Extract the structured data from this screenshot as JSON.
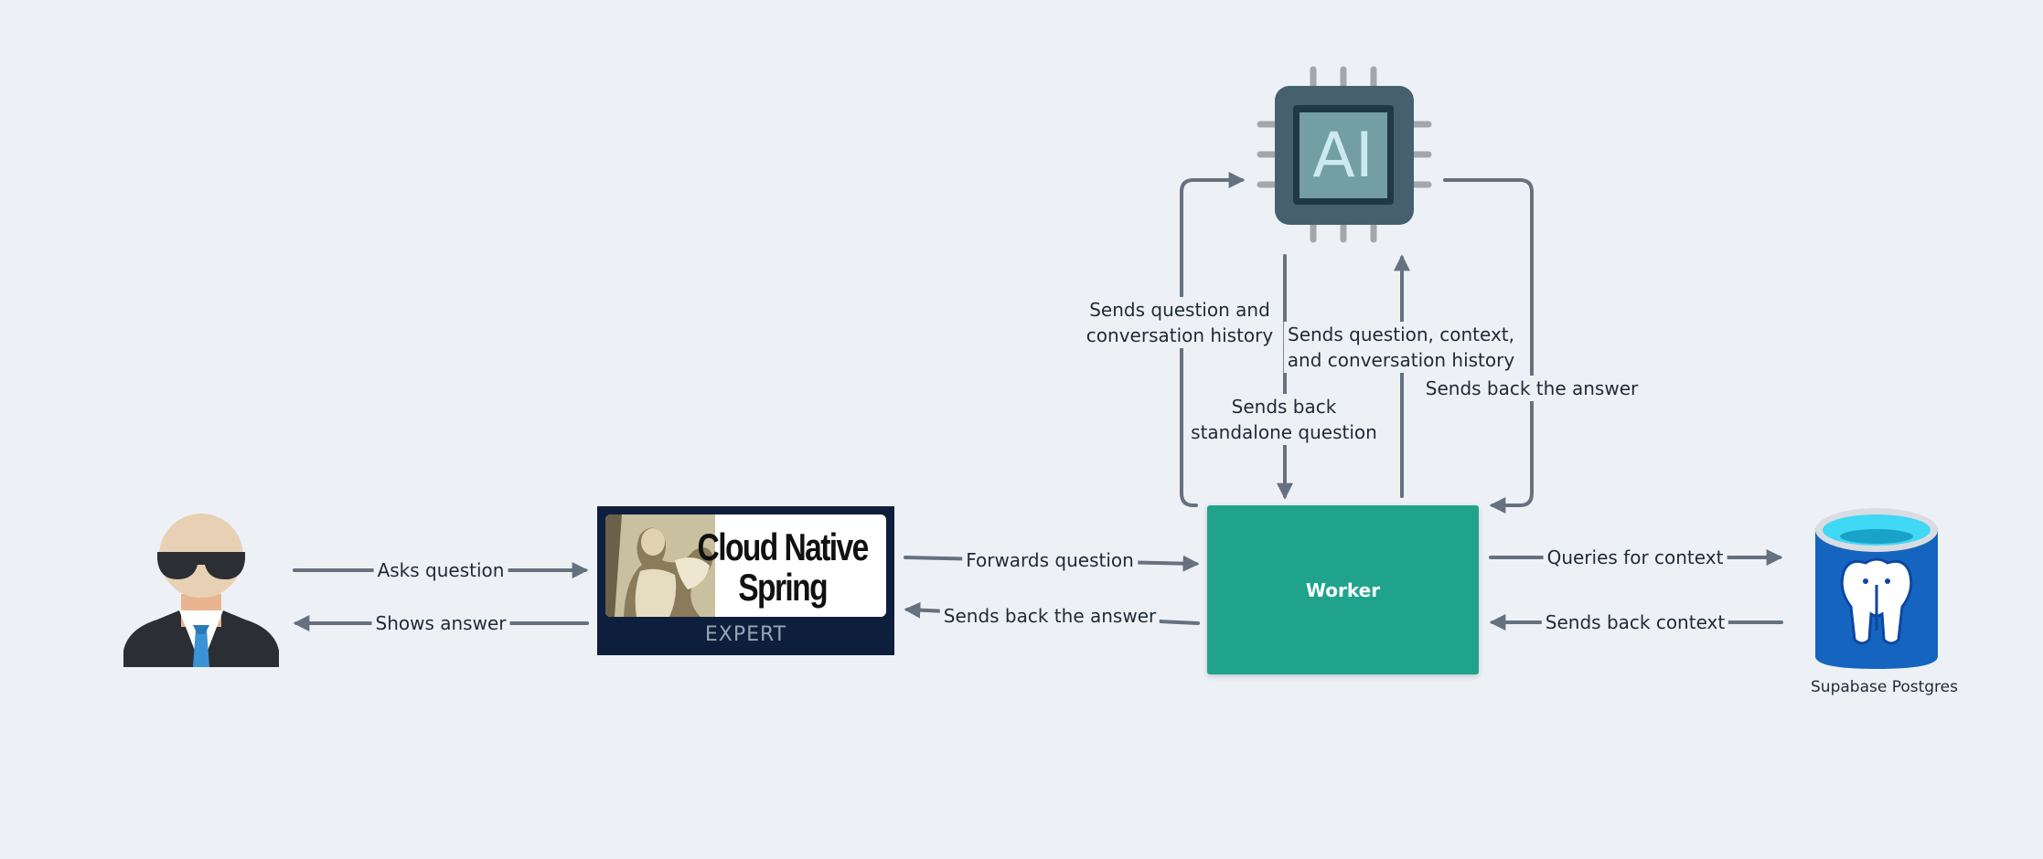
{
  "colors": {
    "background": "#edf1f5",
    "arrow": "#66717f",
    "worker": "#1fa38c",
    "chip_body": "#46606e",
    "chip_pins": "#a4a7aa",
    "logo_bg": "#0d1f3c",
    "db_blue": "#1565c0",
    "db_cyan": "#40d8f4"
  },
  "icons": {
    "user": "person-sunglasses-suit-icon",
    "ai": "ai-chip-icon",
    "database": "postgres-elephant-cylinder-icon"
  },
  "nodes": {
    "worker": "Worker",
    "ai_chip": "AI",
    "logo": {
      "title_line1": "Cloud Native",
      "title_line2": "Spring",
      "subtitle": "EXPERT"
    },
    "database": "Supabase Postgres"
  },
  "edges": {
    "asks_question": "Asks question",
    "shows_answer": "Shows answer",
    "forwards_question": "Forwards question",
    "sends_back_answer_to_app": "Sends back the answer",
    "queries_for_context": "Queries for context",
    "sends_back_context": "Sends back context",
    "sends_question_history": "Sends question and\nconversation history",
    "sends_back_standalone": "Sends back\nstandalone question",
    "sends_question_context_history": "Sends question, context,\nand conversation history",
    "sends_back_answer_from_ai": "Sends back the answer"
  }
}
